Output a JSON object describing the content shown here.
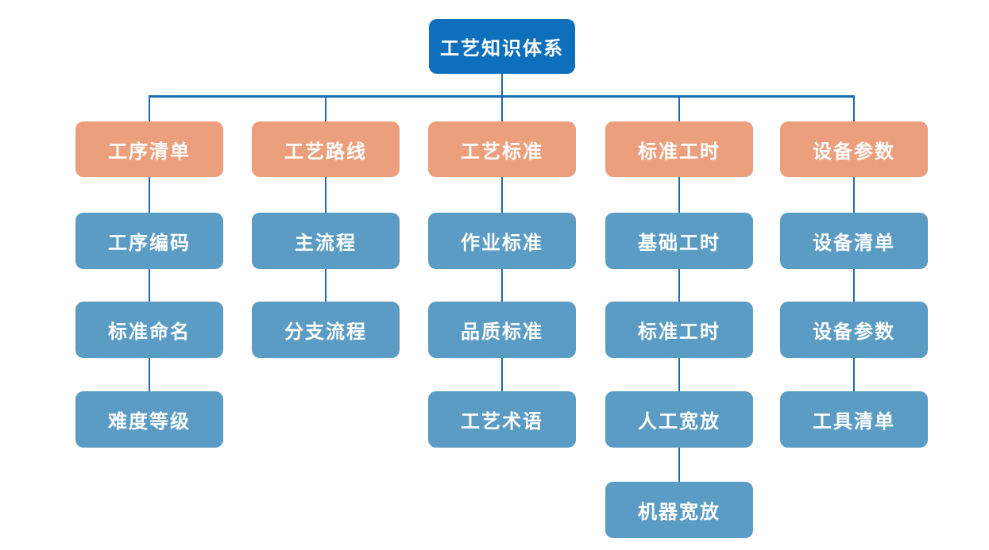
{
  "diagram": {
    "title": "工艺知识体系",
    "root": {
      "label": "工艺知识体系"
    },
    "columns": [
      {
        "header": "工序清单",
        "children": [
          "工序编码",
          "标准命名",
          "难度等级"
        ]
      },
      {
        "header": "工艺路线",
        "children": [
          "主流程",
          "分支流程"
        ]
      },
      {
        "header": "工艺标准",
        "children": [
          "作业标准",
          "品质标准",
          "工艺术语"
        ]
      },
      {
        "header": "标准工时",
        "children": [
          "基础工时",
          "标准工时",
          "人工宽放",
          "机器宽放"
        ]
      },
      {
        "header": "设备参数",
        "children": [
          "设备清单",
          "设备参数",
          "工具清单"
        ]
      }
    ],
    "colors": {
      "root_bg": "#0e70bd",
      "header_bg": "#ec9f7d",
      "child_bg": "#5b9cc4",
      "connector": "#1a6bb5",
      "text": "#ffffff",
      "background": "#ffffff"
    }
  }
}
